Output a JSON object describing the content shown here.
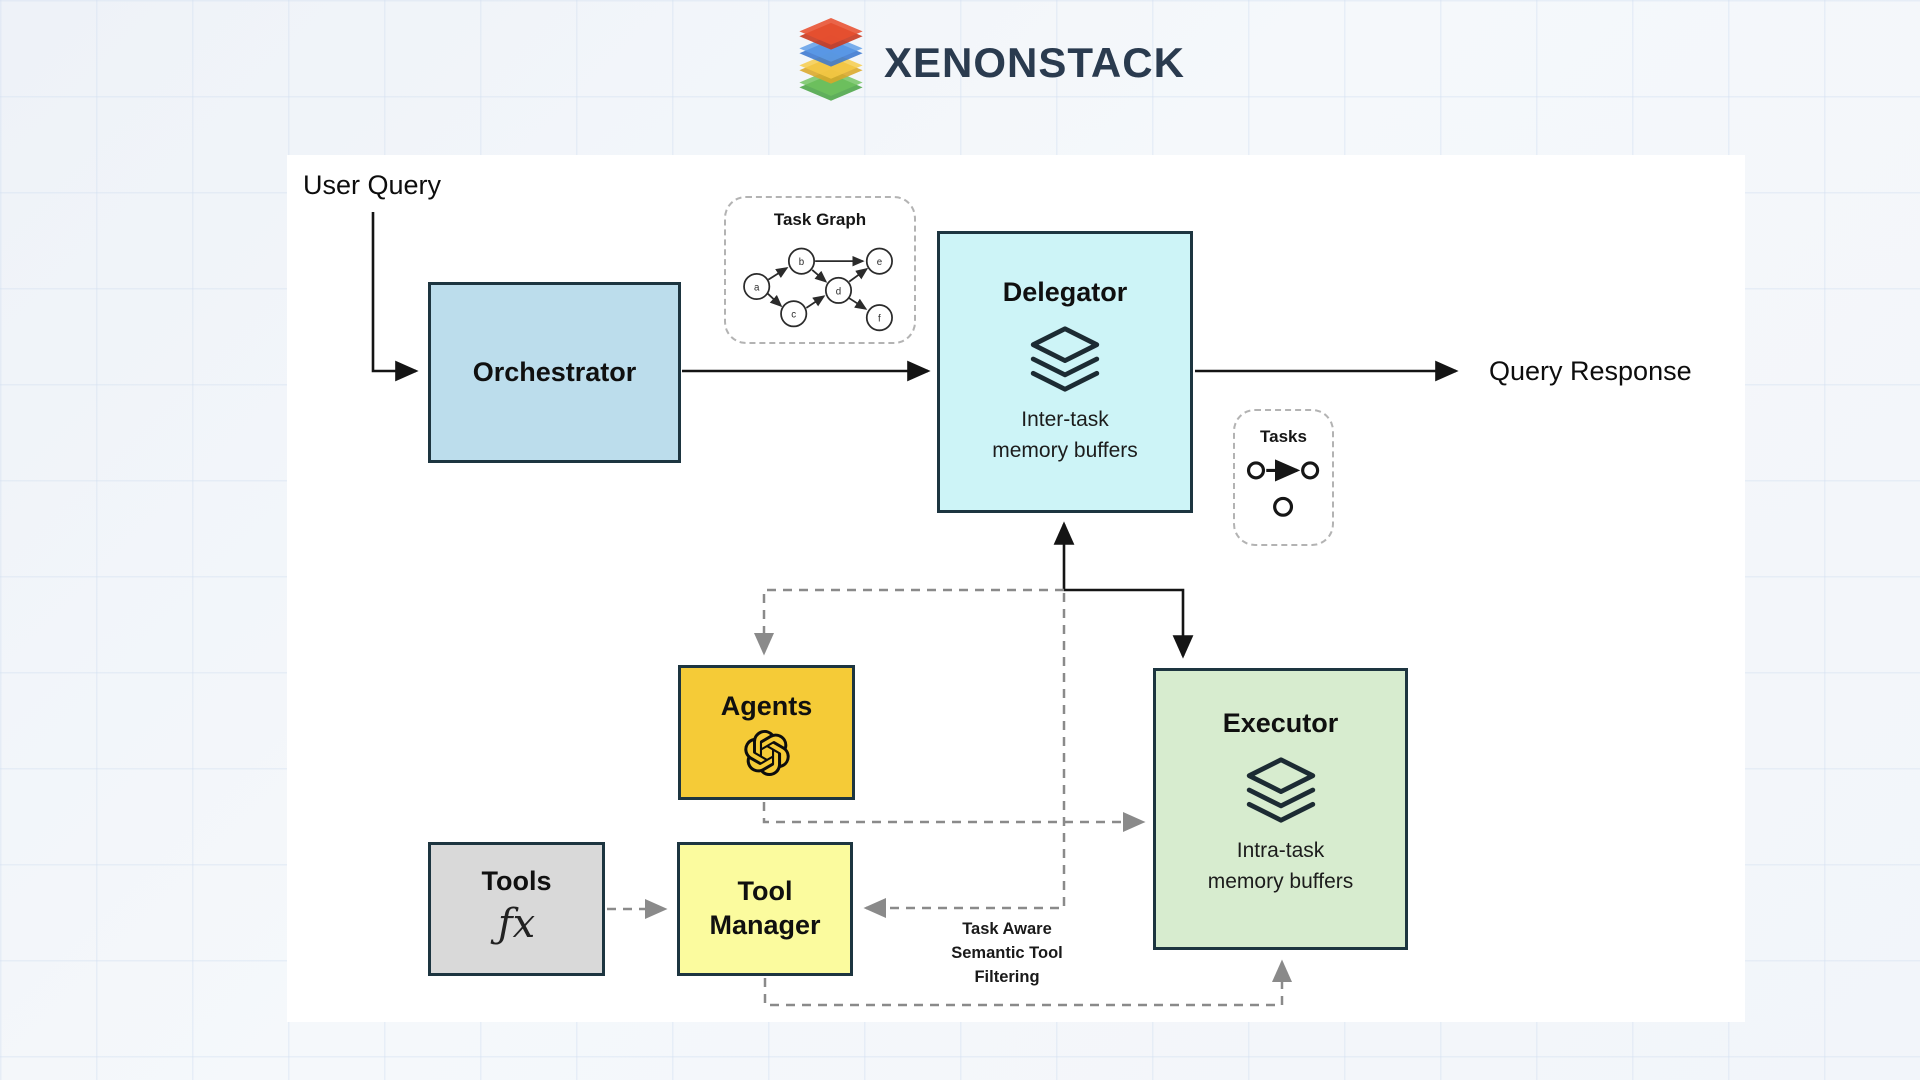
{
  "logo": {
    "text": "XENONSTACK"
  },
  "labels": {
    "user_query": "User Query",
    "query_response": "Query Response"
  },
  "nodes": {
    "orchestrator": {
      "title": "Orchestrator",
      "fill": "#bcddec"
    },
    "delegator": {
      "title": "Delegator",
      "memory": "Inter-task memory buffers",
      "fill": "#cdf4f7",
      "icon": "layers-icon"
    },
    "agents": {
      "title": "Agents",
      "fill": "#f5cb37",
      "icon": "openai-icon"
    },
    "executor": {
      "title": "Executor",
      "memory": "Intra-task memory buffers",
      "fill": "#d7eccf",
      "icon": "layers-icon"
    },
    "tools": {
      "title": "Tools",
      "icon_text": "ƒx",
      "fill": "#d9d9d9"
    },
    "tool_manager": {
      "title": "Tool Manager",
      "fill": "#fbfb9e"
    }
  },
  "annotations": {
    "task_graph": {
      "title": "Task Graph",
      "nodes": [
        "a",
        "b",
        "c",
        "d",
        "e",
        "f"
      ],
      "edges": [
        [
          "a",
          "b"
        ],
        [
          "a",
          "c"
        ],
        [
          "b",
          "e"
        ],
        [
          "b",
          "d"
        ],
        [
          "c",
          "d"
        ],
        [
          "d",
          "e"
        ],
        [
          "d",
          "f"
        ]
      ]
    },
    "tasks": {
      "title": "Tasks"
    },
    "tool_filtering": "Task Aware Semantic Tool Filtering"
  },
  "connections": [
    {
      "from": "user-query",
      "to": "orchestrator",
      "style": "solid"
    },
    {
      "from": "orchestrator",
      "to": "delegator",
      "style": "solid"
    },
    {
      "from": "delegator",
      "to": "query-response",
      "style": "solid"
    },
    {
      "from": "delegator",
      "to": "executor",
      "style": "solid-bidirectional"
    },
    {
      "from": "delegator",
      "to": "agents",
      "style": "dashed"
    },
    {
      "from": "delegator",
      "to": "tool-manager",
      "style": "dashed"
    },
    {
      "from": "agents",
      "to": "executor",
      "style": "dashed"
    },
    {
      "from": "tools",
      "to": "tool-manager",
      "style": "dashed"
    },
    {
      "from": "tool-manager",
      "to": "executor",
      "style": "dashed"
    }
  ],
  "colors": {
    "border": "#1d3540",
    "solid_arrow": "#141414",
    "dashed_arrow": "#8a8a8a",
    "logo_text": "#2a3b4f",
    "background": "#f2f5fa",
    "content_background": "#ffffff"
  }
}
